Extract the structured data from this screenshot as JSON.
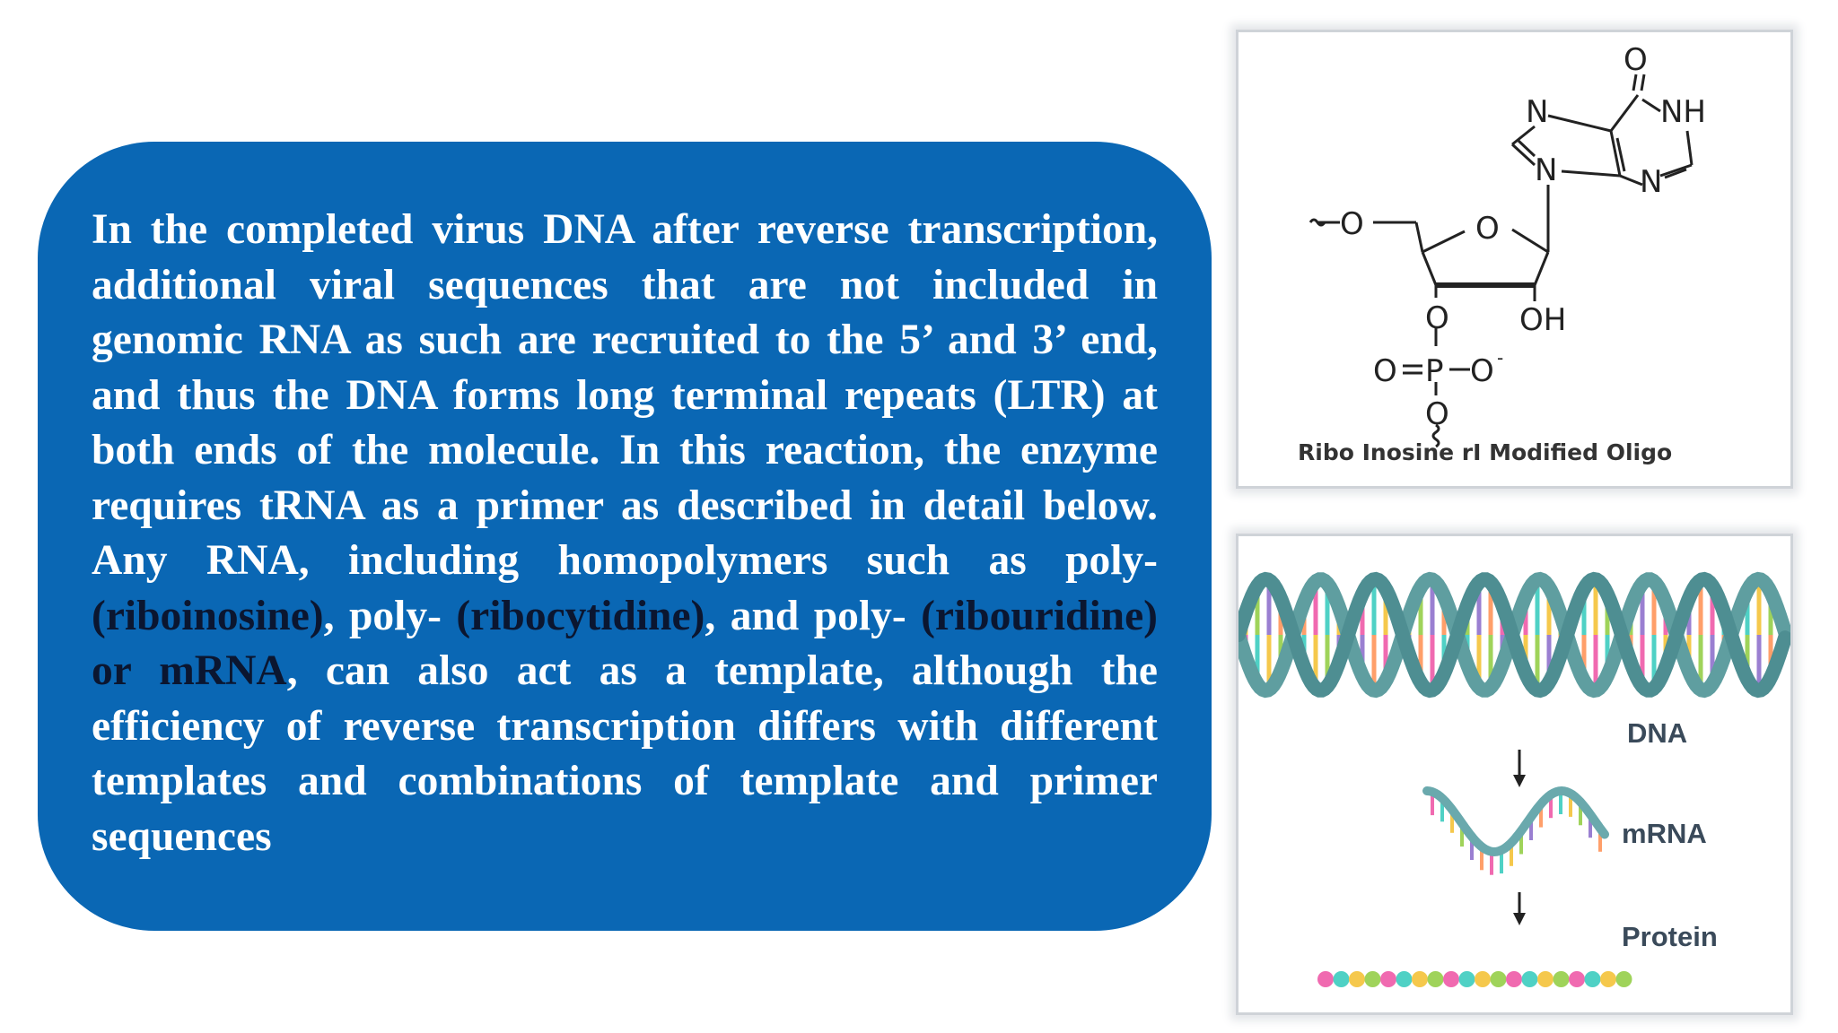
{
  "paragraph": {
    "seg1": "In the completed virus DNA after reverse transcription, additional viral sequences that are not included in genomic RNA as such are recruited to the 5’ and 3’ end, and thus the DNA forms long terminal repeats (LTR) at both ends of the molecule. In this reaction, the enzyme requires tRNA as a primer as described in detail below. Any RNA, including homopolymers such as poly- ",
    "seg2": "(riboinosine)",
    "seg3": ", poly- ",
    "seg4": "(ribocytidine)",
    "seg5": ", and poly- ",
    "seg6": "(ribouridine) or mRNA",
    "seg7": ", can also act as a template, although the efficiency of reverse transcription differs with different templates and combinations of template and primer sequences"
  },
  "structure": {
    "caption": "Ribo Inosine rI Modified Oligo",
    "atoms": {
      "o_top": "O",
      "n7": "N",
      "nh": "NH",
      "n9": "N",
      "n3": "N",
      "o_ring": "O",
      "o5": "O",
      "oh": "OH",
      "o3": "O",
      "o_double": "O",
      "p": "P",
      "o_minus": "O",
      "o_bottom": "O",
      "wavy": "~~",
      "minus": "-"
    }
  },
  "dogma": {
    "dna_label": "DNA",
    "mrna_label": "mRNA",
    "protein_label": "Protein"
  }
}
